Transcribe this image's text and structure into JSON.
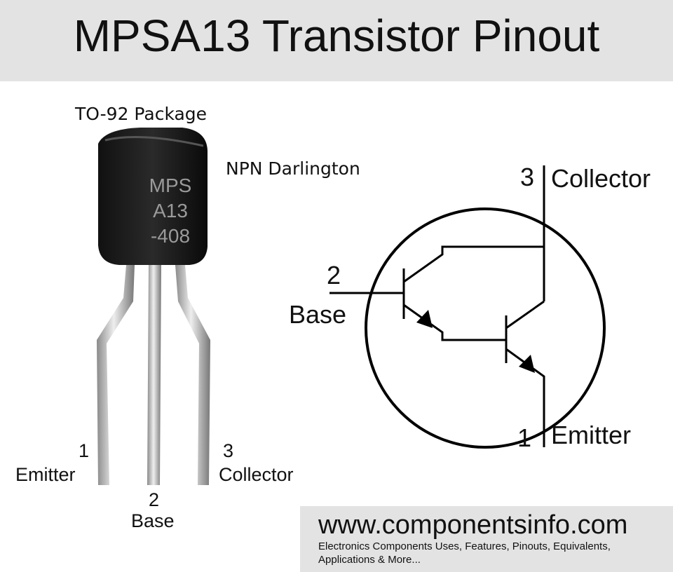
{
  "title": "MPSA13 Transistor Pinout",
  "package_label": "TO-92 Package",
  "type_label": "NPN Darlington",
  "marking": [
    "MPS",
    "A13",
    "-408"
  ],
  "photo_pins": [
    {
      "number": "1",
      "name": "Emitter"
    },
    {
      "number": "2",
      "name": "Base"
    },
    {
      "number": "3",
      "name": "Collector"
    }
  ],
  "schematic_pins": [
    {
      "number": "3",
      "name": "Collector"
    },
    {
      "number": "2",
      "name": "Base"
    },
    {
      "number": "1",
      "name": "Emitter"
    }
  ],
  "footer": {
    "url": "www.componentsinfo.com",
    "tagline_1": "Electronics Components Uses, Features, Pinouts, Equivalents,",
    "tagline_2": "Applications & More..."
  }
}
